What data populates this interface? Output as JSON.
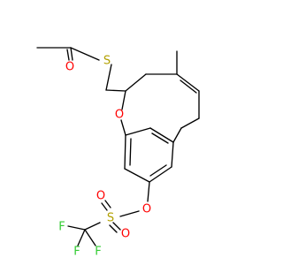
{
  "molecule": {
    "atom_labels": {
      "carbonyl_oxygen": "O",
      "thioester_sulfur": "S",
      "ring_oxygen": "O",
      "triflate_oxygen": "O",
      "sulfonyl_sulfur": "S",
      "sulfonyl_oxygen_top": "O",
      "sulfonyl_oxygen_bottom": "O",
      "fluorine_left": "F",
      "fluorine_bottom_left": "F",
      "fluorine_bottom_right": "F"
    },
    "colors": {
      "bond": "#000000",
      "oxygen": "#ff0000",
      "sulfur": "#b2a000",
      "fluorine": "#33cc33"
    }
  }
}
